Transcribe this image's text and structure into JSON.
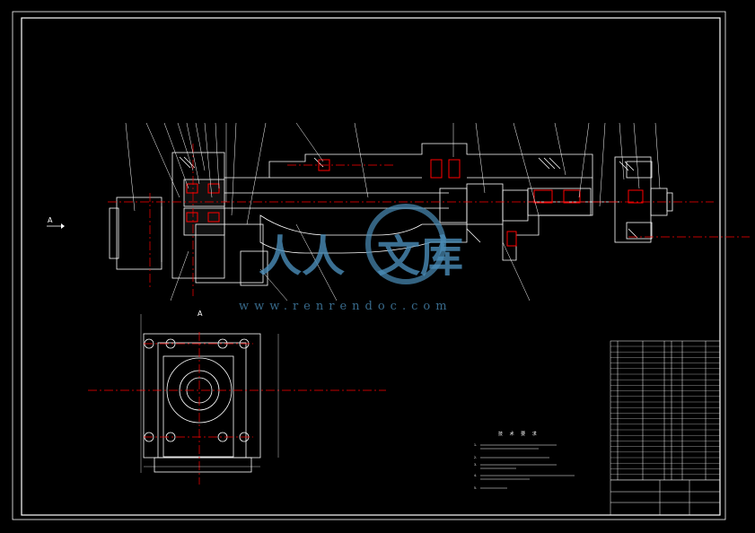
{
  "drawing": {
    "view_label_main": "A",
    "view_label_section": "A",
    "tech_requirements_title": "技 术 要 求",
    "tech_requirements_items": [
      "1.",
      "2.",
      "3.",
      "4.",
      "5."
    ],
    "colors": {
      "background": "#000000",
      "outline": "#ffffff",
      "centerline": "#ff0000",
      "accent": "#ffff00"
    }
  },
  "watermark": {
    "logo_text_left": "人人",
    "logo_text_right": "文库",
    "url": "www.renrendoc.com"
  }
}
